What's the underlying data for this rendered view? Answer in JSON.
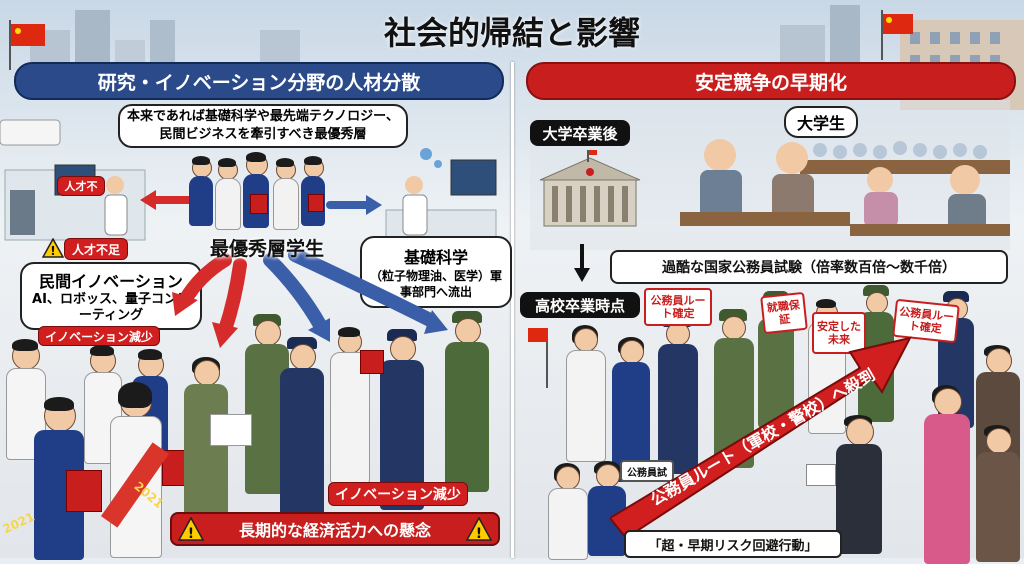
{
  "title": "社会的帰結と影響",
  "left_panel": {
    "header": "研究・イノベーション分野の人材分散",
    "top_callout": "本来であれば基礎科学や最先端テクノロジー、民間ビジネスを牽引すべき最優秀層",
    "center_label": "最優秀層学生",
    "tag_shortage_small": "人才不",
    "tag_shortage": "人才不足",
    "private_innovation_title": "民間イノベーション",
    "private_innovation_items": "AI、ロボッス、量子コンピーティング",
    "tag_innovation_decrease_1": "イノベーション減少",
    "basic_science_title": "基礎科学",
    "basic_science_detail": "（粒子物理油、医学）軍事部門へ流出",
    "tag_innovation_decrease_2": "イノベーション減少",
    "warning_banner": "長期的な経済活力への懸念",
    "sash_text_1": "2021",
    "sash_text_2": "2021"
  },
  "right_panel": {
    "header": "安定競争の早期化",
    "label_after_university": "大学卒業後",
    "label_university": "大学生",
    "exam_banner": "過酷な国家公務員試験（倍率数百倍〜数千倍）",
    "label_high_school": "高校卒業時点",
    "sign_route_confirmed_1": "公務員ルート確定",
    "sign_job_guarantee": "就職保証",
    "sign_stable_future": "安定した未来",
    "sign_route_confirmed_2": "公務員ルート確定",
    "arrow_text": "公務員ルート（軍校・警校）へ殺到",
    "footer_text": "「超・早期リスク回避行動」",
    "sign_small": "公務員試"
  },
  "colors": {
    "blue_header": "#2a4a8a",
    "red_header": "#c81e1e",
    "arrow_red": "#d62b2b",
    "arrow_blue": "#3a5ea8"
  }
}
